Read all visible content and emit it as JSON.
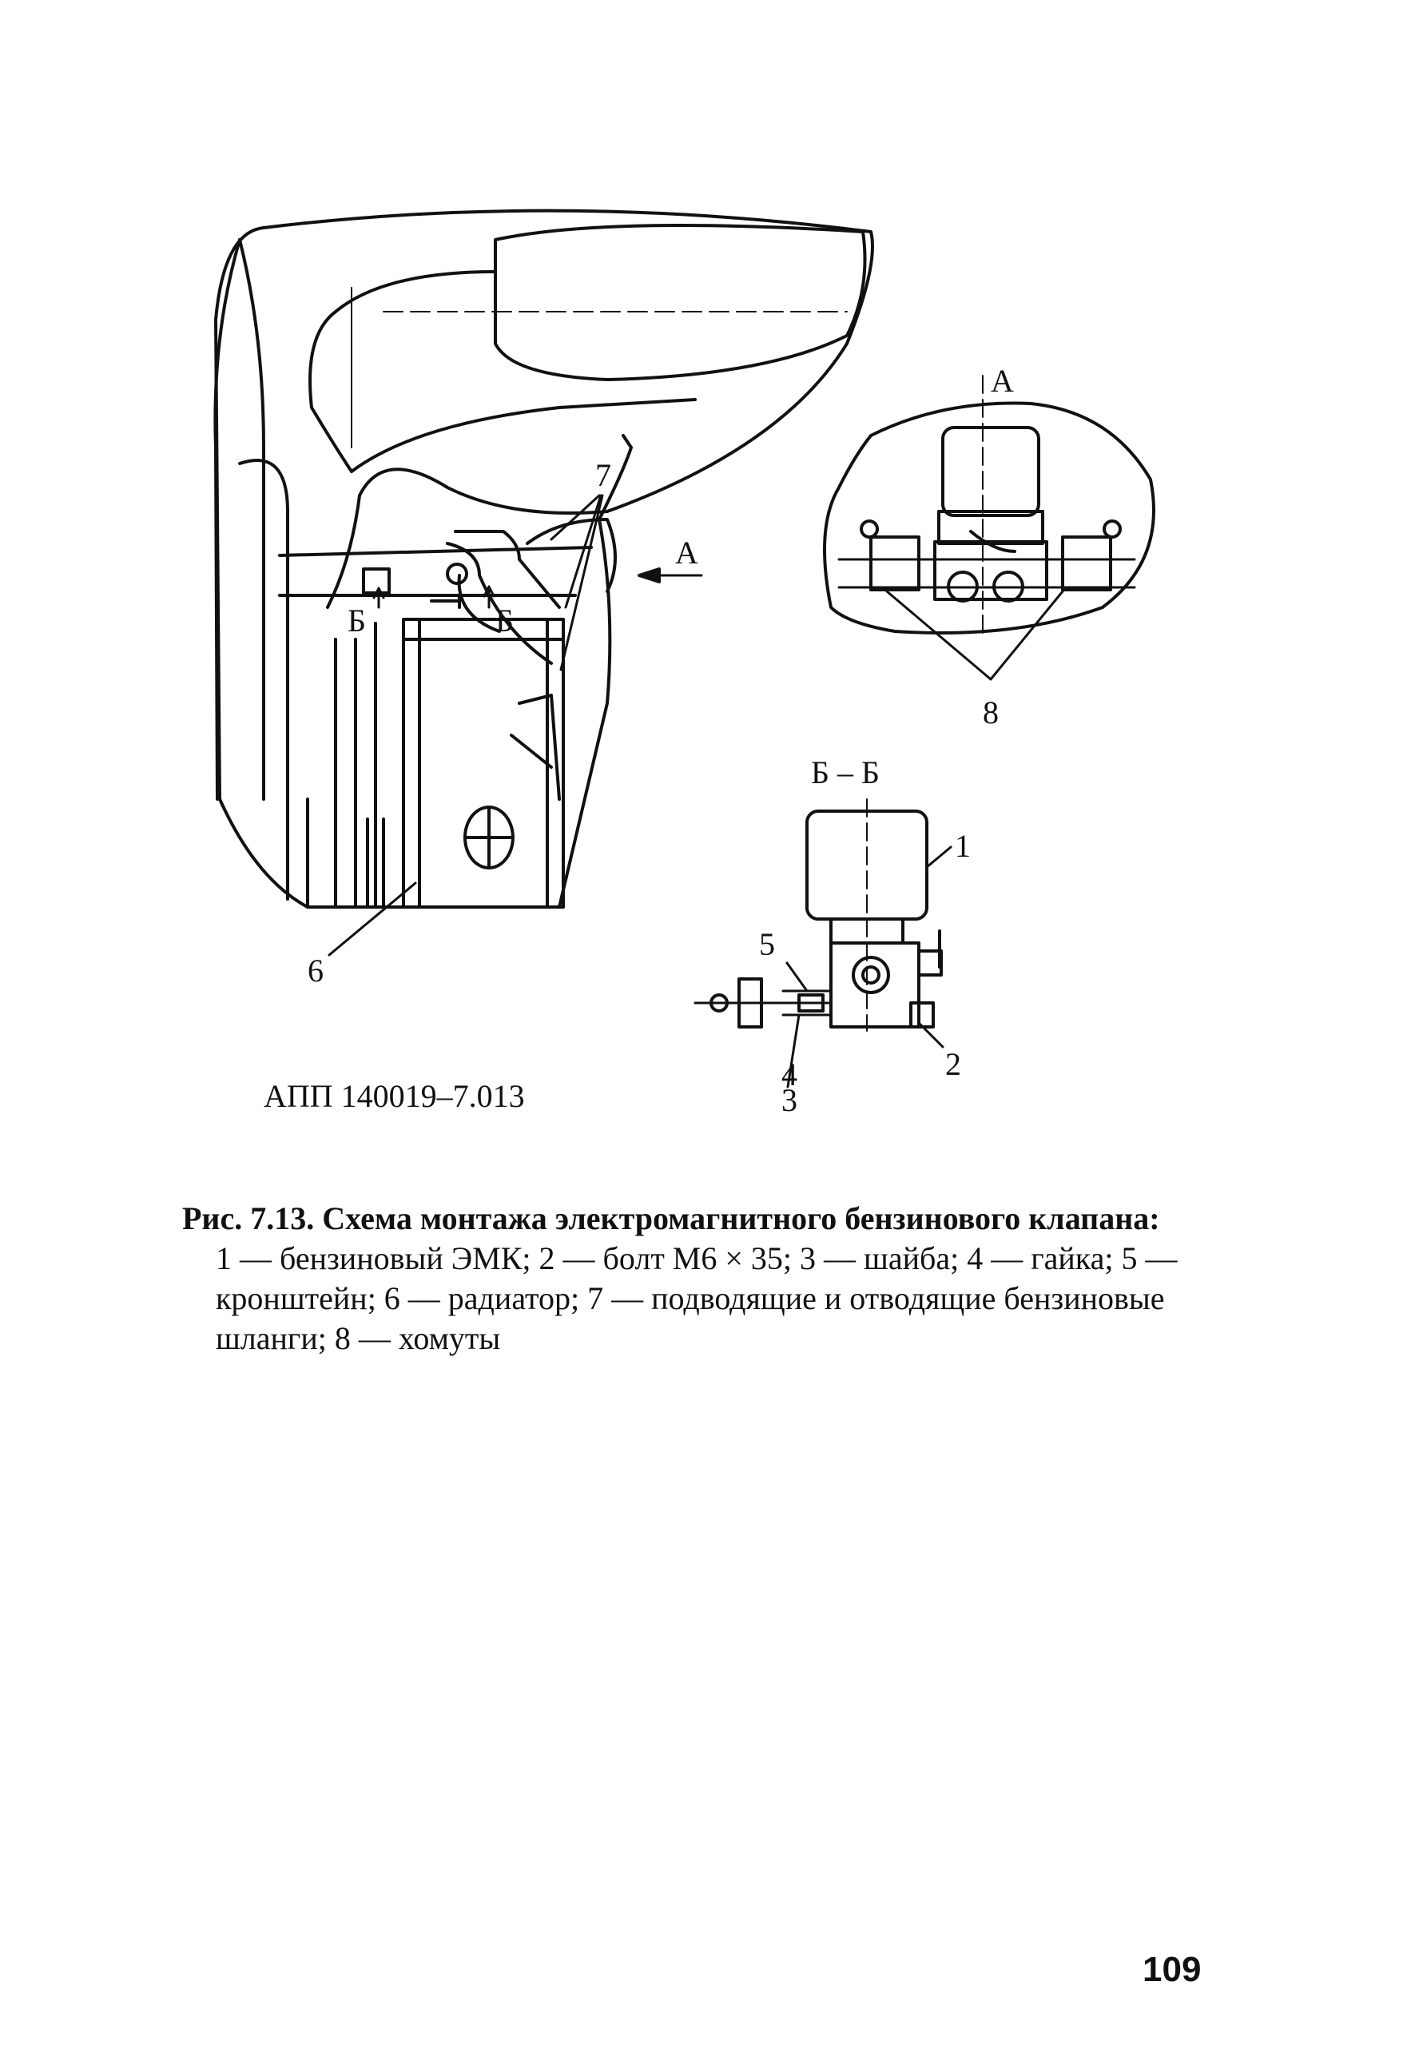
{
  "figure": {
    "view_a_label": "А",
    "arrow_a_label": "А",
    "section_label": "Б – Б",
    "section_mark_left": "Б",
    "section_mark_right": "Б",
    "callout_1": "1",
    "callout_2": "2",
    "callout_3": "3",
    "callout_4": "4",
    "callout_5": "5",
    "callout_6": "6",
    "callout_7": "7",
    "callout_8": "8",
    "drawing_code": "АПП 140019–7.013"
  },
  "caption": {
    "title": "Рис. 7.13. Схема монтажа электромагнитного бензинового клапана:",
    "body": "1 — бензиновый ЭМК; 2 — болт М6 × 35; 3 — шайба; 4 — гайка; 5 — кронштейн; 6 — радиатор; 7 — подводящие и отводящие бензиновые шланги; 8 — хомуты"
  },
  "page_number": "109",
  "colors": {
    "ink": "#111111",
    "paper": "#ffffff"
  }
}
